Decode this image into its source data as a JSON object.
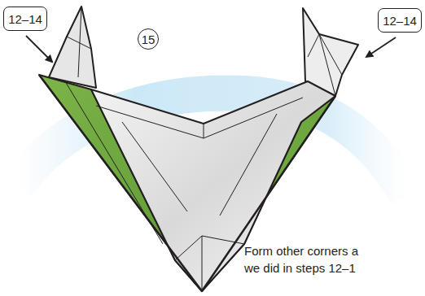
{
  "diagram": {
    "nodes": [
      {
        "text": [
          "12–14"
        ]
      },
      {
        "text": [
          "15"
        ]
      },
      {
        "text": [
          "12–14"
        ]
      }
    ],
    "labels": [
      "Form other corners a we did in steps 12–1"
    ]
  }
}
